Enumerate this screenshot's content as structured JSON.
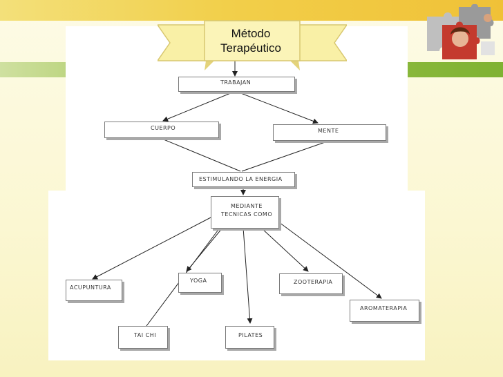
{
  "title": [
    "Método",
    "Terapéutico"
  ],
  "nodes": {
    "trabajan": "TRABAJAN",
    "cuerpo": "CUERPO",
    "mente": "MENTE",
    "estimulando": "ESTIMULANDO LA ENERGIA",
    "mediante_1": "MEDIANTE",
    "mediante_2": "TECNICAS COMO",
    "acupuntura": "ACUPUNTURA",
    "yoga": "YOGA",
    "zooterapia": "ZOOTERAPIA",
    "aromaterapia": "AROMATERAPIA",
    "taichi": "TAI CHI",
    "pilates": "PILATES"
  },
  "colors": {
    "top_band": "#f2cf4a",
    "green_band": "#8bbb3c",
    "banner_fill": "#f9f0a6",
    "banner_stroke": "#d8c770"
  },
  "icons": [
    "puzzle-pieces-icon"
  ]
}
